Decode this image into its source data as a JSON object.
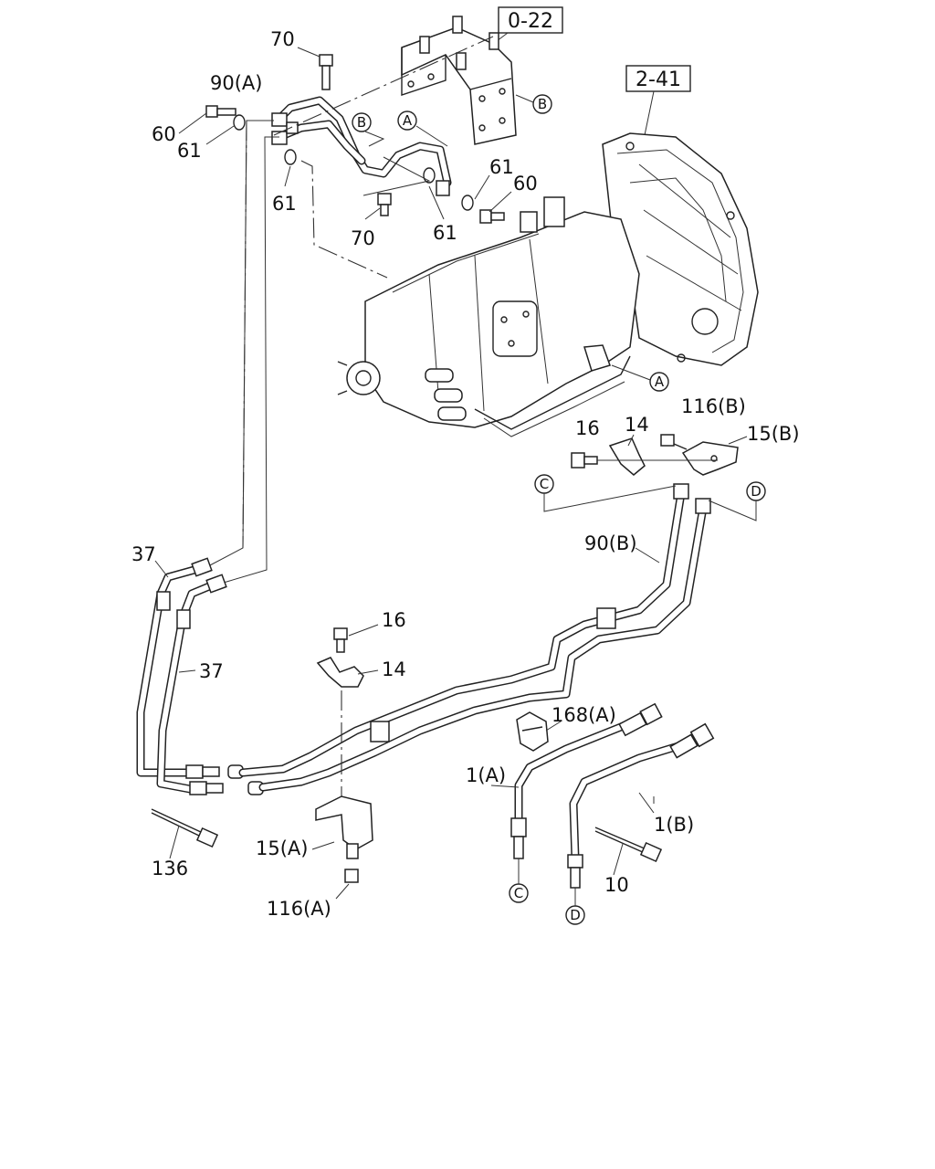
{
  "diagram": {
    "ref_boxes": [
      {
        "id": "0-22",
        "text": "0-22"
      },
      {
        "id": "2-41",
        "text": "2-41"
      }
    ],
    "circle_labels": {
      "A": "A",
      "B": "B",
      "C": "C",
      "D": "D"
    },
    "part_labels": {
      "p70_top": "70",
      "p90a": "90(A)",
      "p60_left": "60",
      "p61_left": "61",
      "p61_mid": "61",
      "p70_mid": "70",
      "p61_right_top": "61",
      "p60_right": "60",
      "p61_right_bot": "61",
      "p116b": "116(B)",
      "p16_right": "16",
      "p14_right": "14",
      "p15b": "15(B)",
      "p90b": "90(B)",
      "p37_top": "37",
      "p37_bot": "37",
      "p16_mid": "16",
      "p14_mid": "14",
      "p168a": "168(A)",
      "p1a": "1(A)",
      "p1b": "1(B)",
      "p136": "136",
      "p15a": "15(A)",
      "p116a": "116(A)",
      "p10": "10"
    }
  }
}
